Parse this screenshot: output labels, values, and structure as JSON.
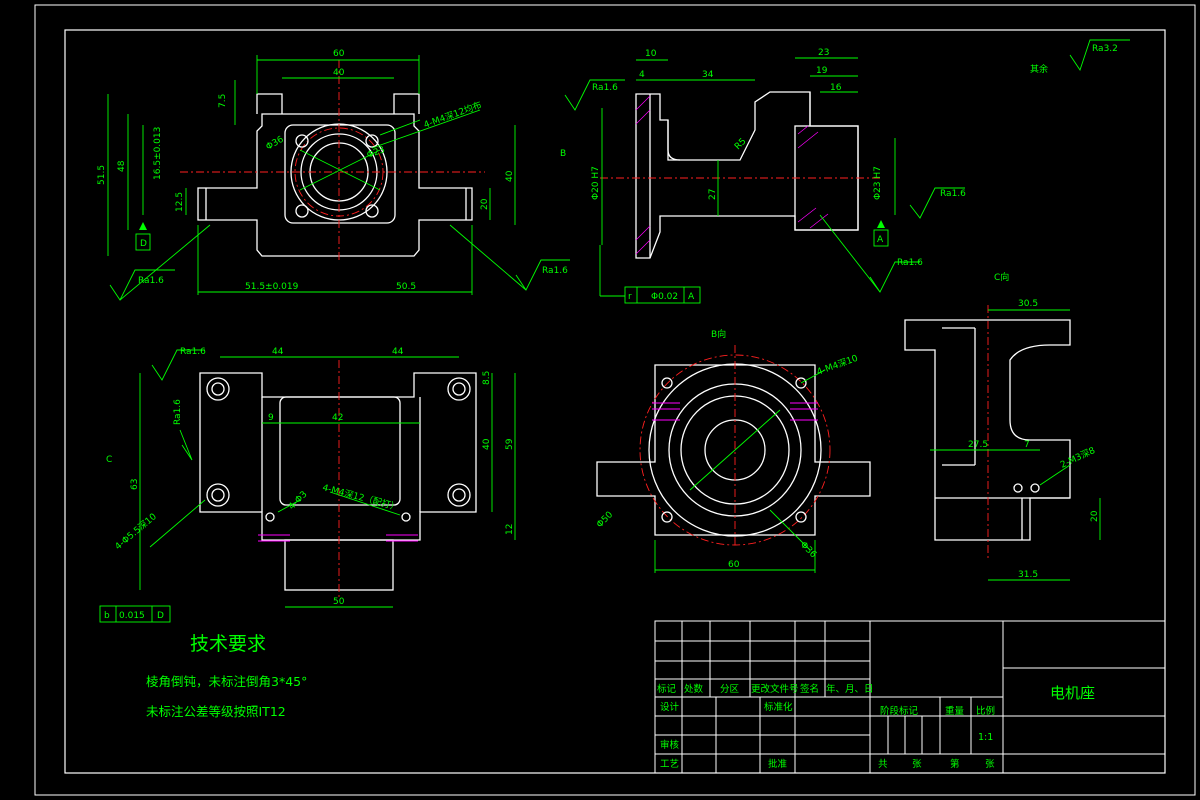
{
  "drawing": {
    "title": "电机座",
    "scale": "1:1",
    "roughness_other": "其余",
    "roughness_other_value": "Ra3.2"
  },
  "technical_requirements": {
    "title": "技术要求",
    "lines": [
      "棱角倒钝，未标注倒角3*45°",
      "未标注公差等级按照IT12"
    ]
  },
  "title_block": {
    "row_labels": [
      "标记",
      "处数",
      "分区",
      "更改文件号",
      "签名",
      "年、月、日"
    ],
    "design": "设计",
    "standardize": "标准化",
    "stage_mark": "阶段标记",
    "weight": "重量",
    "scale_label": "比例",
    "review": "审核",
    "process": "工艺",
    "approve": "批准",
    "sheets": [
      "共",
      "张",
      "第",
      "张"
    ]
  },
  "views": {
    "b_view": "B向",
    "c_view": "C向",
    "b_arrow": "B",
    "c_arrow": "C"
  },
  "front_view": {
    "dims": [
      "60",
      "40",
      "7.5",
      "51.5",
      "48",
      "16.5±0.013",
      "12.5",
      "4-M4深12均布",
      "Φ36",
      "Φ23",
      "40",
      "20",
      "51.5±0.019",
      "50.5",
      "Ra1.6",
      "Ra1.6"
    ],
    "datum": "D"
  },
  "side_view": {
    "dims": [
      "10",
      "4",
      "34",
      "23",
      "19",
      "16",
      "Ra1.6",
      "R5",
      "Φ20 H7",
      "27",
      "Φ23 H7",
      "Ra1.6",
      "Ra1.6"
    ],
    "datum": "A",
    "tolerance": [
      "r",
      "Φ0.02",
      "A"
    ]
  },
  "top_view": {
    "dims": [
      "44",
      "44",
      "Ra1.6",
      "Ra1.6",
      "9",
      "42",
      "8.5",
      "40",
      "59",
      "63",
      "4-Φ5.5深10",
      "4-M4深12（配打）",
      "4-Φ3",
      "12",
      "50"
    ],
    "tolerance": [
      "b",
      "0.015",
      "D"
    ]
  },
  "b_view": {
    "dims": [
      "4-M4深10",
      "Φ36",
      "Φ50",
      "60"
    ]
  },
  "c_view": {
    "dims": [
      "30.5",
      "27.5",
      "7",
      "2-M3深8",
      "20",
      "31.5"
    ]
  }
}
